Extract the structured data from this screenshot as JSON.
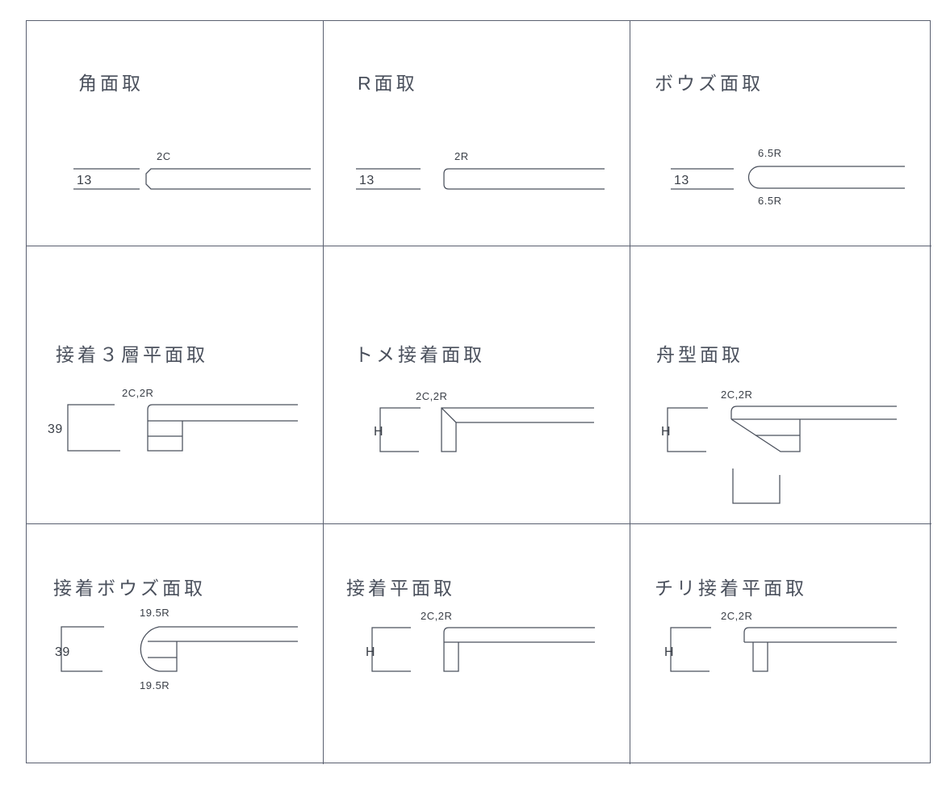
{
  "sheet": {
    "columns": 3,
    "rows": 3,
    "line_color": "#4a505c",
    "border_color": "#5a6070",
    "background": "#ffffff"
  },
  "cells": [
    {
      "id": "kaku-mentori",
      "title": "角面取",
      "profile": "chamfer-square-bar",
      "labels": {
        "top": "2C",
        "bottom": "",
        "height": "13"
      }
    },
    {
      "id": "r-mentori",
      "title": "R面取",
      "profile": "round-square-bar",
      "labels": {
        "top": "2R",
        "bottom": "",
        "height": "13"
      }
    },
    {
      "id": "bouzu-mentori",
      "title": "ボウズ面取",
      "profile": "bullnose-bar",
      "labels": {
        "top": "6.5R",
        "bottom": "6.5R",
        "height": "13"
      }
    },
    {
      "id": "setchaku-3sou-hiramentori",
      "title": "接着３層平面取",
      "profile": "laminated-three-layer",
      "labels": {
        "top": "2C,2R",
        "bottom": "",
        "height": "39"
      }
    },
    {
      "id": "tome-setchaku-mentori",
      "title": "トメ接着面取",
      "profile": "mitre-joint",
      "labels": {
        "top": "2C,2R",
        "bottom": "",
        "height": "H"
      }
    },
    {
      "id": "funagata-mentori",
      "title": "舟型面取",
      "profile": "boat-shape",
      "labels": {
        "top": "2C,2R",
        "bottom": "",
        "height": "H"
      }
    },
    {
      "id": "setchaku-bouzu-mentori",
      "title": "接着ボウズ面取",
      "profile": "laminated-bullnose",
      "labels": {
        "top": "19.5R",
        "bottom": "19.5R",
        "height": "39"
      }
    },
    {
      "id": "setchaku-hiramentori",
      "title": "接着平面取",
      "profile": "laminated-flat",
      "labels": {
        "top": "2C,2R",
        "bottom": "",
        "height": "H"
      }
    },
    {
      "id": "chiri-setchaku-hiramentori",
      "title": "チリ接着平面取",
      "profile": "laminated-flat-offset",
      "labels": {
        "top": "2C,2R",
        "bottom": "",
        "height": "H"
      }
    }
  ]
}
